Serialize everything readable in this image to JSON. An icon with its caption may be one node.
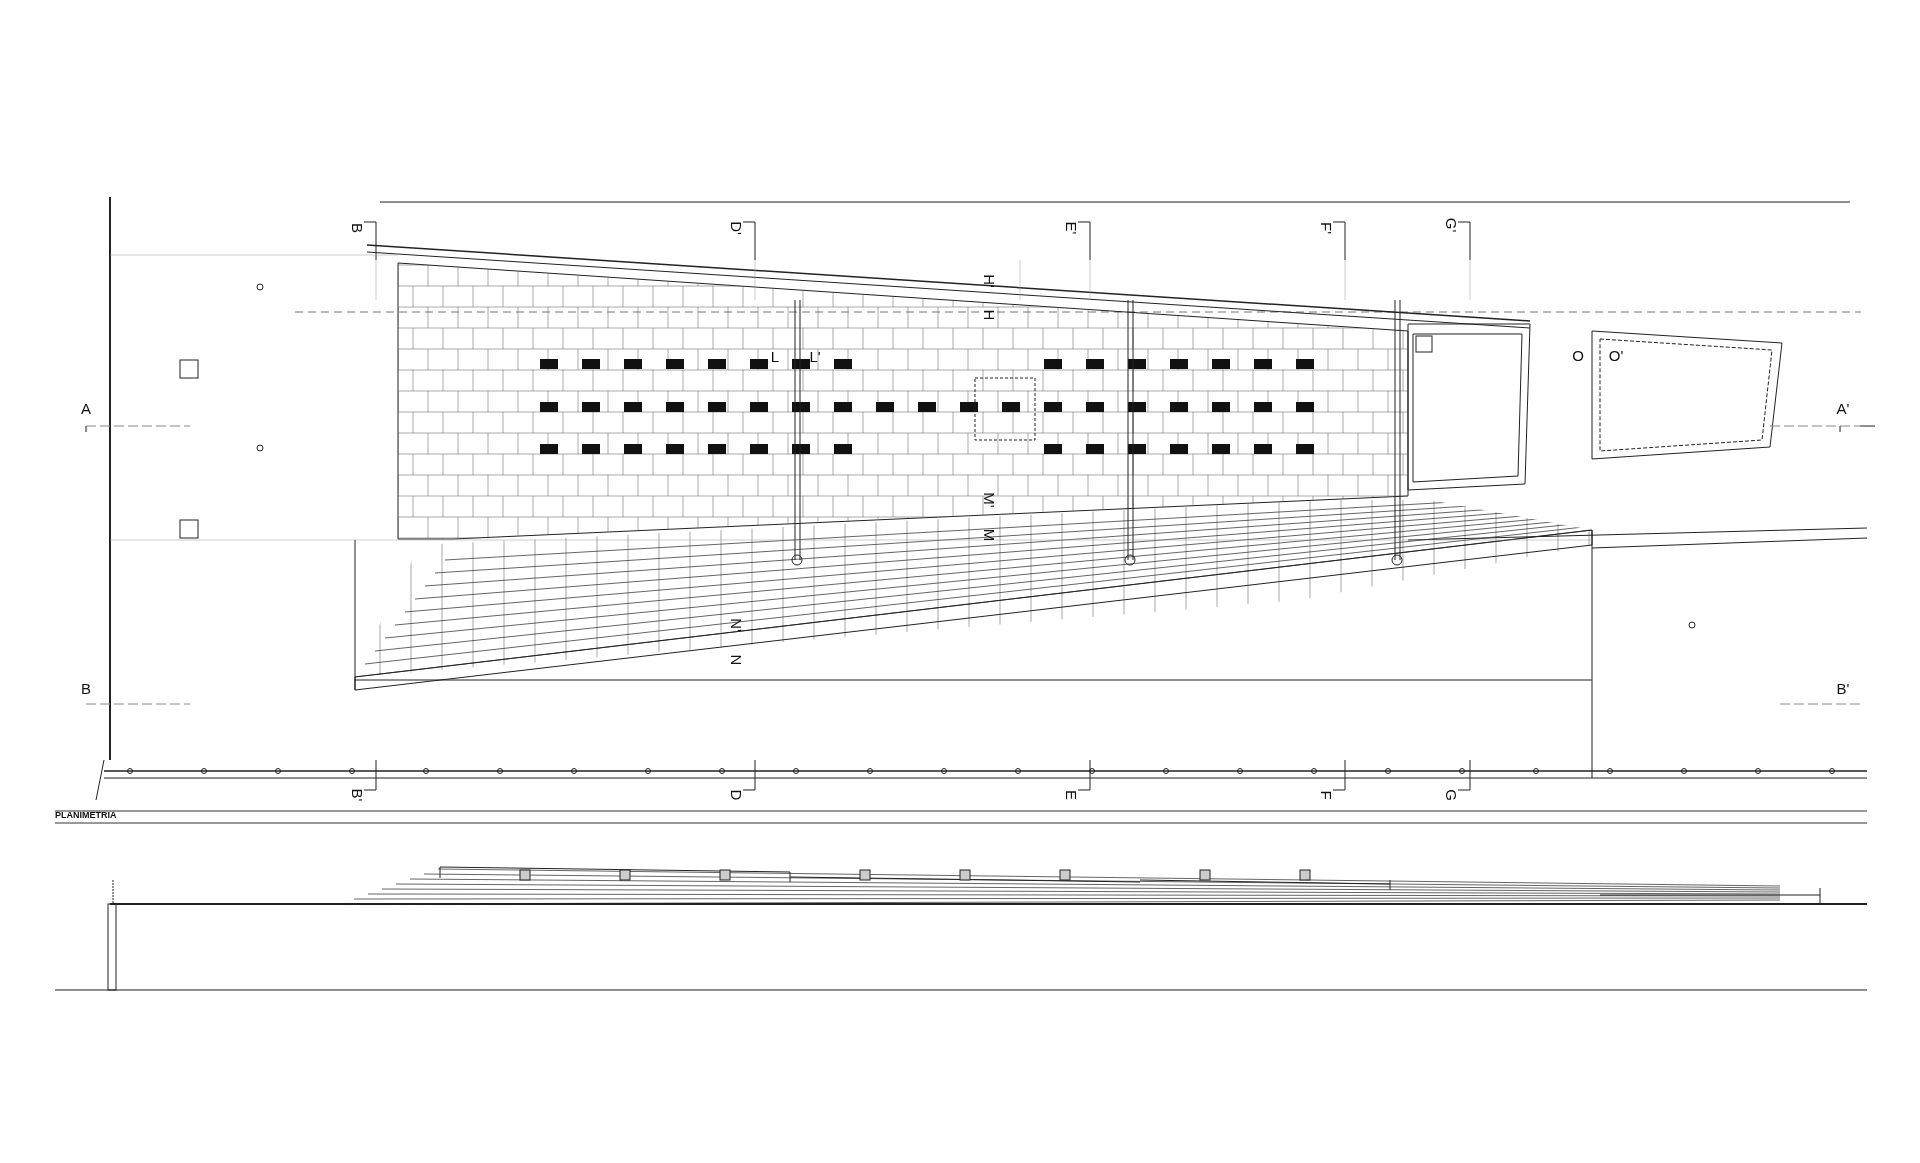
{
  "diagram": {
    "labels": [
      "B",
      "D'",
      "E'",
      "F'",
      "G'",
      "H'",
      "H",
      "L",
      "L'",
      "O",
      "O'",
      "A",
      "A'",
      "M'",
      "M",
      "N'",
      "N",
      "B",
      "B'",
      "B'",
      "D",
      "E",
      "F",
      "G",
      "PLANIMETRIA"
    ]
  }
}
